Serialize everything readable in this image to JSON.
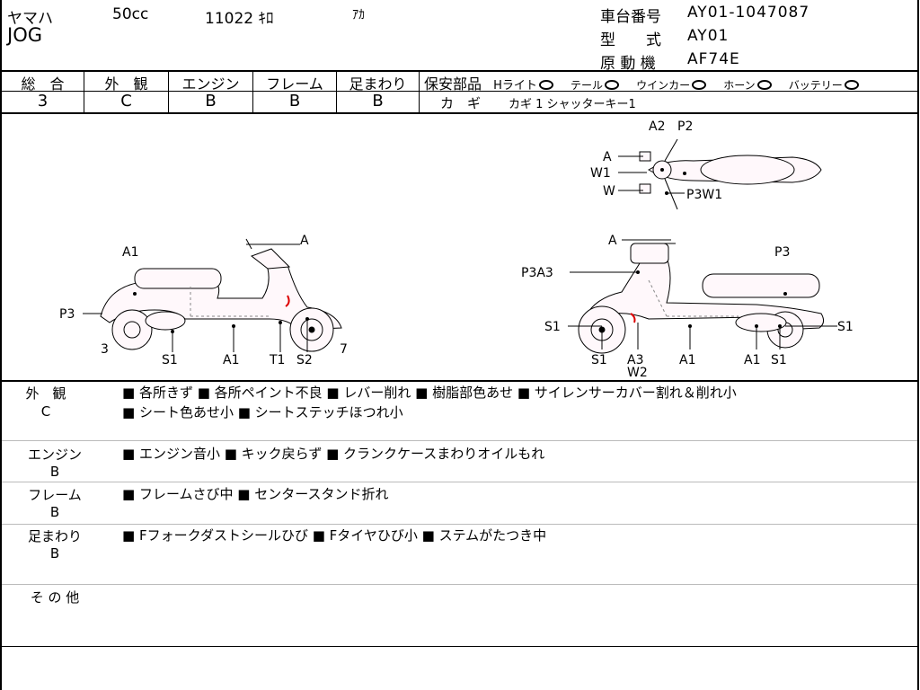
{
  "header": {
    "maker": "ヤマハ",
    "displacement": "50cc",
    "mileage": "11022 ｷﾛ",
    "color": "ｱｶ",
    "model_name": "JOG",
    "chassis_label": "車台番号",
    "chassis_value": "AY01-1047087",
    "type_label": "型　　式",
    "type_value": "AY01",
    "engine_label": "原 動 機",
    "engine_value": "AF74E"
  },
  "grades": {
    "overall_label": "総　合",
    "overall_value": "3",
    "exterior_label": "外　観",
    "exterior_value": "C",
    "engine_label": "エンジン",
    "engine_value": "B",
    "frame_label": "フレーム",
    "frame_value": "B",
    "suspension_label": "足まわり",
    "suspension_value": "B"
  },
  "safety": {
    "label": "保安部品",
    "items": [
      "Hライト",
      "テール",
      "ウインカー",
      "ホーン",
      "バッテリー"
    ],
    "key_label": "カ　ギ",
    "key_value": "カギ 1 シャッターキー1"
  },
  "diagram": {
    "left_labels": [
      "A1",
      "A",
      "P3",
      "3",
      "S1",
      "A1",
      "T1",
      "S2",
      "7"
    ],
    "right_labels": [
      "A",
      "P3",
      "P3A3",
      "S1",
      "S1",
      "A3",
      "W2",
      "A1",
      "A1",
      "S1",
      "S1"
    ],
    "top_labels": [
      "A2",
      "P2",
      "A",
      "W1",
      "W",
      "P3W1"
    ]
  },
  "sections": [
    {
      "title": "外　観",
      "grade": "C",
      "lines": [
        "■ 各所きず ■ 各所ペイント不良 ■ レバー削れ ■ 樹脂部色あせ ■ サイレンサーカバー割れ＆削れ小",
        "■ シート色あせ小 ■ シートステッチほつれ小"
      ]
    },
    {
      "title": "エンジン",
      "grade": "B",
      "lines": [
        "■ エンジン音小 ■ キック戻らず ■ クランクケースまわりオイルもれ"
      ]
    },
    {
      "title": "フレーム",
      "grade": "B",
      "lines": [
        "■ フレームさび中 ■ センタースタンド折れ"
      ]
    },
    {
      "title": "足まわり",
      "grade": "B",
      "lines": [
        "■ Fフォークダストシールひび ■ Fタイヤひび小 ■ ステムがたつき中"
      ]
    },
    {
      "title": "そ の 他",
      "grade": "",
      "lines": []
    }
  ]
}
